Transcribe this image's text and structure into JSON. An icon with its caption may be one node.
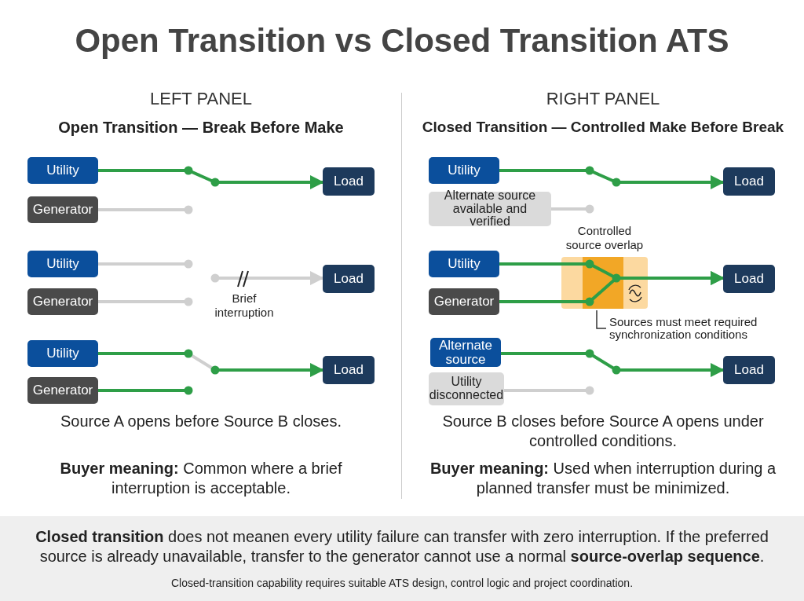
{
  "diagram": {
    "title": "Open Transition vs Closed Transition ATS",
    "nodes": [
      {
        "text": [
          "Utility"
        ]
      },
      {
        "text": [
          "Generator"
        ]
      },
      {
        "text": [
          "Load"
        ]
      },
      {
        "text": [
          "Utility"
        ]
      },
      {
        "text": [
          "Generator"
        ]
      },
      {
        "text": [
          "Load"
        ]
      },
      {
        "text": [
          "Utility"
        ]
      },
      {
        "text": [
          "Generator"
        ]
      },
      {
        "text": [
          "Load"
        ]
      },
      {
        "text": [
          "Utility"
        ]
      },
      {
        "text": [
          "Alternate source available and verified"
        ]
      },
      {
        "text": [
          "Load"
        ]
      },
      {
        "text": [
          "Utility"
        ]
      },
      {
        "text": [
          "Generator"
        ]
      },
      {
        "text": [
          "Load"
        ]
      },
      {
        "text": [
          "Alternate source"
        ]
      },
      {
        "text": [
          "Utility disconnected"
        ]
      },
      {
        "text": [
          "Load"
        ]
      },
      {
        "text": [
          "Sources must meet required synchronization conditions"
        ]
      }
    ],
    "edges": [
      {
        "from": 0,
        "to": 2,
        "arrow": "to"
      },
      {
        "from": 1,
        "to": null,
        "arrow": "other",
        "color": "#cfcfcf"
      },
      {
        "from": 3,
        "to": null,
        "arrow": "other",
        "color": "#cfcfcf"
      },
      {
        "from": 4,
        "to": null,
        "arrow": "other",
        "color": "#cfcfcf"
      },
      {
        "from": null,
        "to": 5,
        "arrow": "to",
        "label": "Brief interruption",
        "color": "#cfcfcf"
      },
      {
        "from": 6,
        "to": 8,
        "arrow": "to"
      },
      {
        "from": 7,
        "to": null,
        "arrow": "other"
      },
      {
        "from": 9,
        "to": 11,
        "arrow": "to"
      },
      {
        "from": 10,
        "to": null,
        "arrow": "other",
        "color": "#cfcfcf"
      },
      {
        "from": 12,
        "to": 14,
        "arrow": "to"
      },
      {
        "from": 13,
        "to": 14,
        "arrow": "to"
      },
      {
        "from": 15,
        "to": 17,
        "arrow": "to"
      },
      {
        "from": 16,
        "to": null,
        "arrow": "other",
        "color": "#cfcfcf"
      },
      {
        "from": 18,
        "to": null,
        "arrow": "none",
        "color": "#333333"
      }
    ],
    "labels": [
      "LEFT PANEL",
      "Open Transition — Break Before Make",
      "RIGHT PANEL",
      "Closed Transition — Controlled Make Before Break",
      "Controlled source overlap",
      "Source A opens before Source B closes.",
      "**Buyer meaning:** Common where a brief interruption is acceptable.",
      "Source B closes before Source A opens under controlled conditions.",
      "**Buyer meaning:** Used when interruption during a planned transfer must be minimized.",
      "**Closed transition** does not meanen every utility failure can transfer with zero interruption. If the preferred source is already unavailable, transfer to the generator cannot use a normal **source-overlap sequence**.",
      "Closed-transition capability requires suitable ATS design, control logic and project coordination."
    ]
  }
}
